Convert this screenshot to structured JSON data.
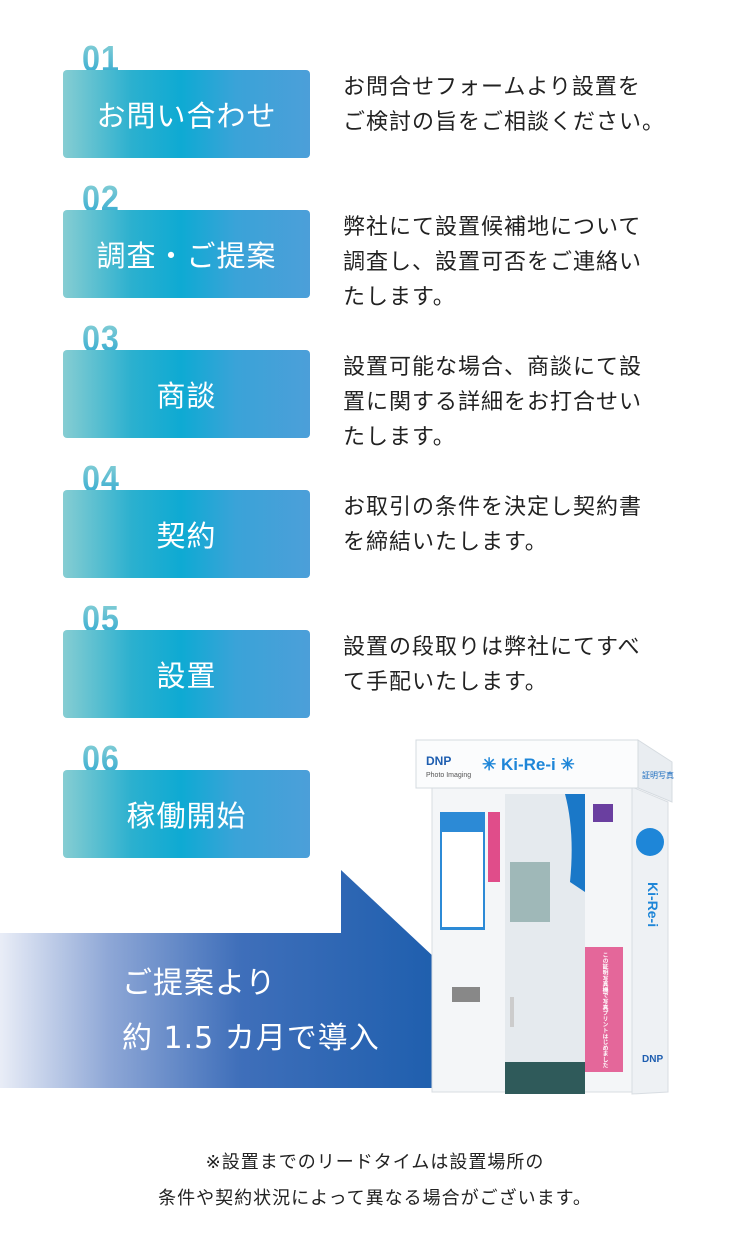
{
  "steps": [
    {
      "number": "01",
      "title": "お問い合わせ",
      "lines": [
        "お問合せフォームより設置を",
        "ご検討の旨をご相談ください。"
      ]
    },
    {
      "number": "02",
      "title": "調査・ご提案",
      "lines": [
        "弊社にて設置候補地について",
        "調査し、設置可否をご連絡い",
        "たします。"
      ]
    },
    {
      "number": "03",
      "title": "商談",
      "lines": [
        "設置可能な場合、商談にて設",
        "置に関する詳細をお打合せい",
        "たします。"
      ]
    },
    {
      "number": "04",
      "title": "契約",
      "lines": [
        "お取引の条件を決定し契約書",
        "を締結いたします。"
      ]
    },
    {
      "number": "05",
      "title": "設置",
      "lines": [
        "設置の段取りは弊社にてすべ",
        "て手配いたします。"
      ]
    },
    {
      "number": "06",
      "title": "稼働開始",
      "lines": []
    }
  ],
  "summary": {
    "line1": "ご提案より",
    "line2": "約 1.5 カ月で導入"
  },
  "kiosk": {
    "brand": "DNP",
    "brand_sub": "Photo Imaging",
    "product": "✳ Ki-Re-i ✳",
    "side_sign": "証明写真",
    "vertical_logo": "Ki-Re-i",
    "poster": "この証明写真機で写真プリントはじめました"
  },
  "note": {
    "line1": "※設置までのリードタイムは設置場所の",
    "line2": "条件や契約状況によって異なる場合がございます。"
  },
  "colors": {
    "box_start": "#86cdd2",
    "box_mid": "#0eaad3",
    "box_end": "#4c9fd9",
    "arrow": "#1f5fae"
  }
}
